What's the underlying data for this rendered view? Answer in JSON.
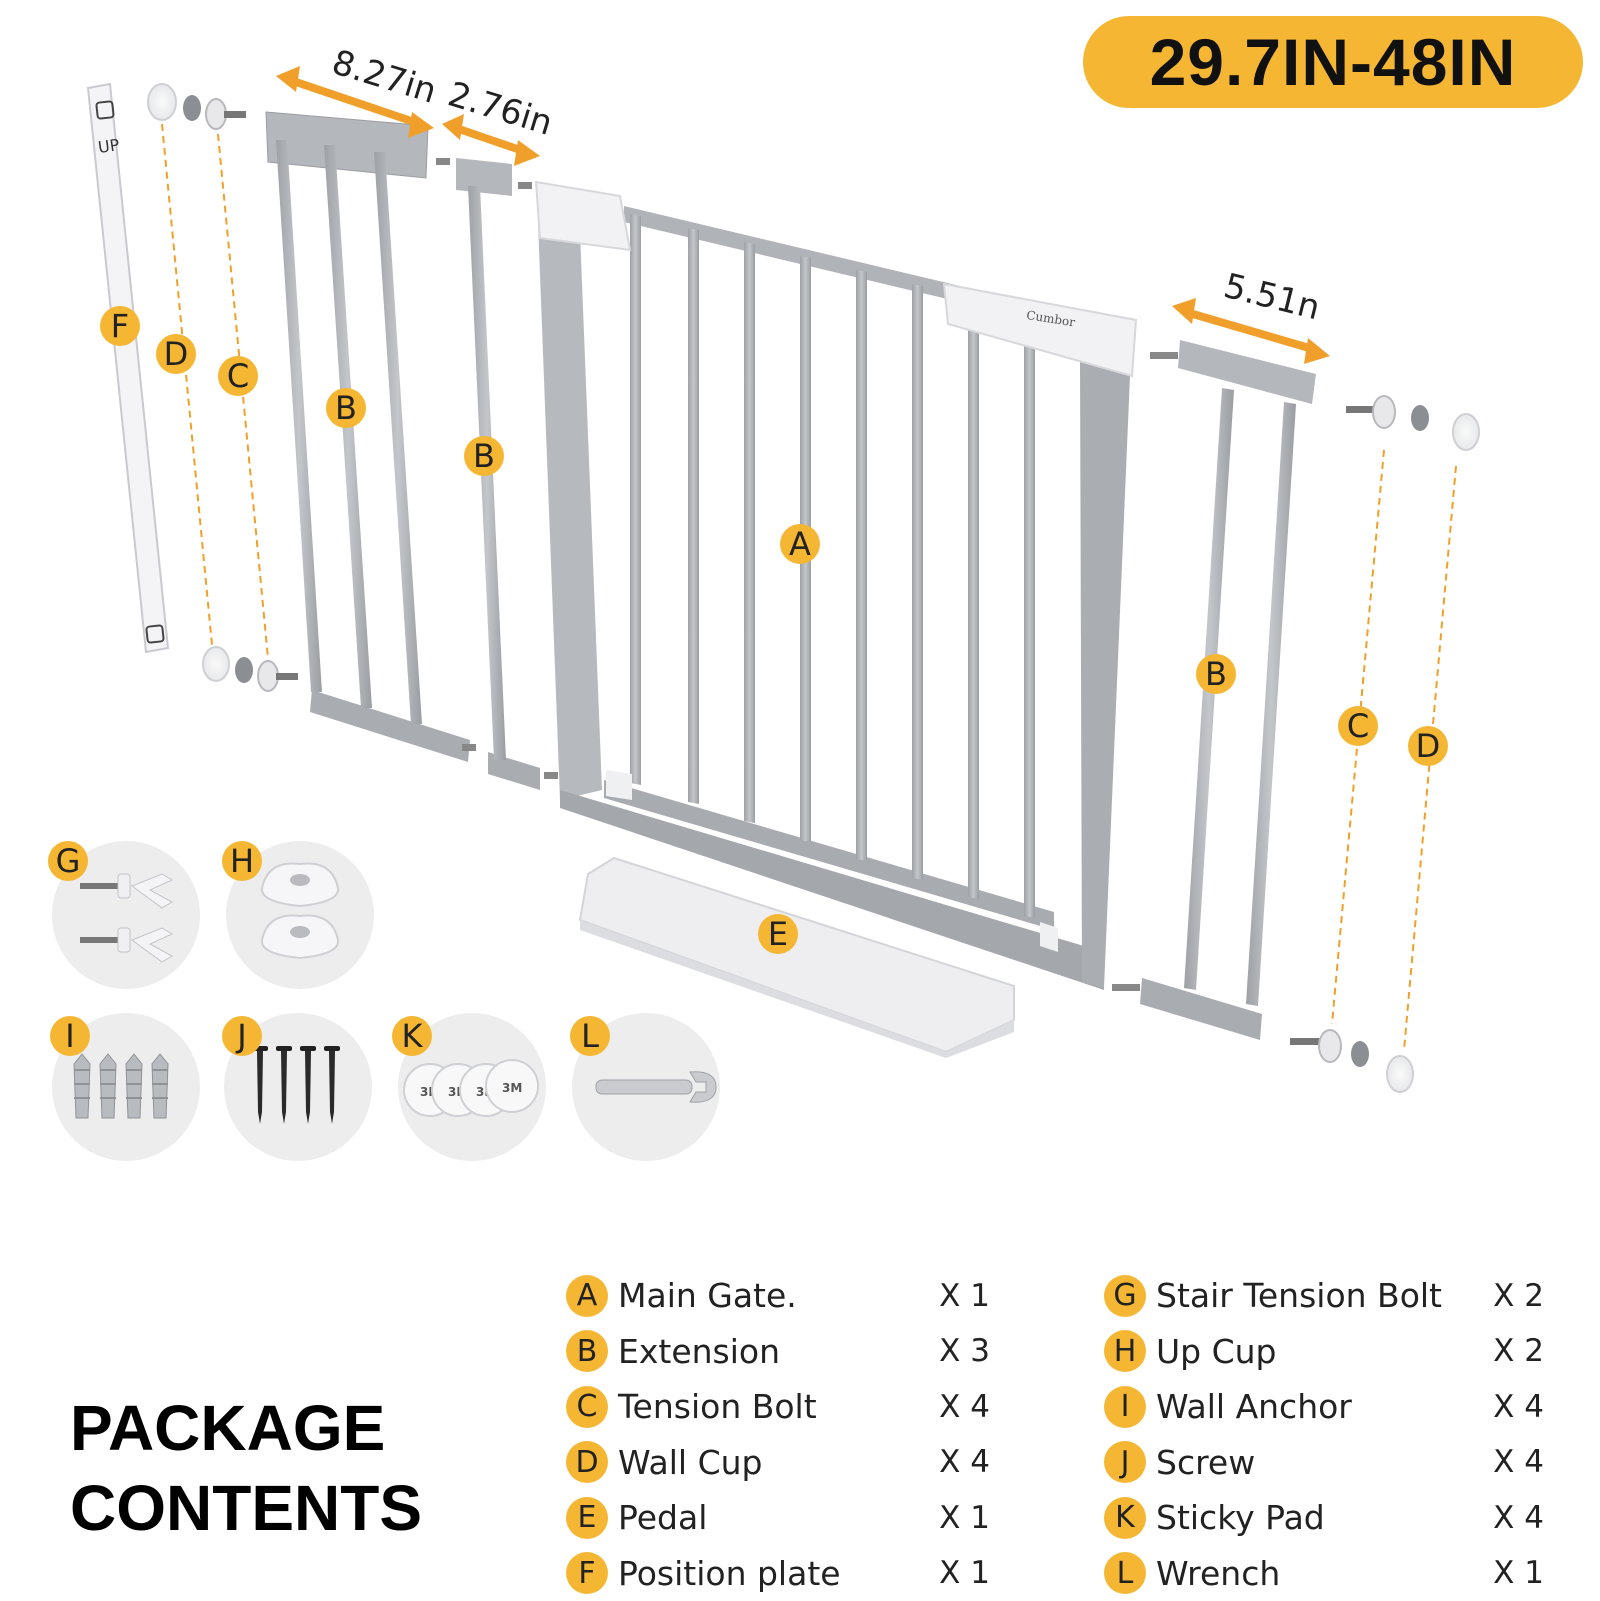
{
  "size_range": "29.7IN-48IN",
  "dimensions": {
    "extension_1": "8.27in",
    "extension_2": "2.76in",
    "extension_3": "5.51n"
  },
  "plate_text": "UP",
  "brand": "Cumbor",
  "title_line1": "PACKAGE",
  "title_line2": "CONTENTS",
  "accent_color": "#f5b733",
  "gate_color": "#a9acb1",
  "diagram_labels": {
    "A": "A",
    "B": "B",
    "C": "C",
    "D": "D",
    "E": "E",
    "F": "F",
    "G": "G",
    "H": "H",
    "I": "I",
    "J": "J",
    "K": "K",
    "L": "L"
  },
  "contents_left": [
    {
      "letter": "A",
      "name": "Main Gate.",
      "qty": "X 1"
    },
    {
      "letter": "B",
      "name": "Extension",
      "qty": "X 3"
    },
    {
      "letter": "C",
      "name": "Tension Bolt",
      "qty": "X 4"
    },
    {
      "letter": "D",
      "name": "Wall Cup",
      "qty": "X 4"
    },
    {
      "letter": "E",
      "name": "Pedal",
      "qty": "X 1"
    },
    {
      "letter": "F",
      "name": "Position plate",
      "qty": "X 1"
    }
  ],
  "contents_right": [
    {
      "letter": "G",
      "name": "Stair Tension Bolt",
      "qty": "X 2"
    },
    {
      "letter": "H",
      "name": "Up Cup",
      "qty": "X 2"
    },
    {
      "letter": "I",
      "name": "Wall Anchor",
      "qty": "X 4"
    },
    {
      "letter": "J",
      "name": "Screw",
      "qty": "X 4"
    },
    {
      "letter": "K",
      "name": "Sticky Pad",
      "qty": "X 4"
    },
    {
      "letter": "L",
      "name": "Wrench",
      "qty": "X 1"
    }
  ],
  "sticky_pad_brand": "3M"
}
